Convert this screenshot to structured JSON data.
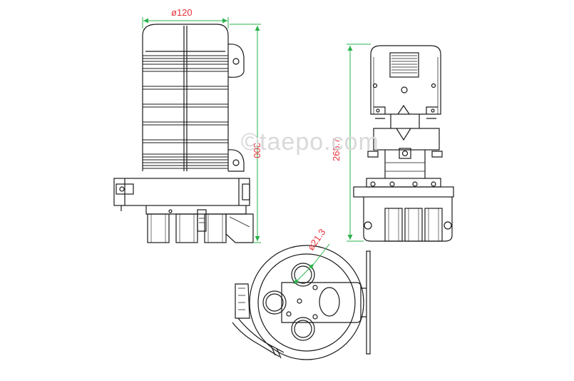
{
  "dimensions": {
    "width_label": "ø120",
    "height_label": "300",
    "side_height_label": "268.7",
    "port_label": "ø21.3"
  },
  "watermark": "©taepo.com",
  "colors": {
    "line": "#1a1a1a",
    "dimension_line": "#2bb24c",
    "dimension_text": "#e8323c",
    "watermark": "#d9d9d9"
  }
}
